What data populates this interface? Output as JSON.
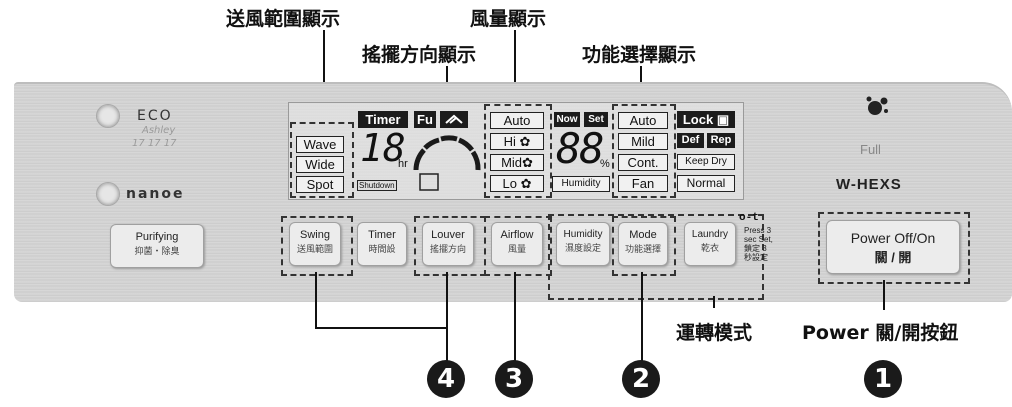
{
  "callouts": {
    "airflow_range_display": "送風範圍顯示",
    "louver_direction_display": "搖擺方向顯示",
    "fan_speed_display": "風量顯示",
    "function_select_display": "功能選擇顯示",
    "operation_mode": "運轉模式",
    "power_button": "Power 關/開按鈕"
  },
  "left_indicators": {
    "eco": "ECO",
    "eco_sub": "Ashley",
    "eco_sub2": "17 17 17",
    "nanoe": "nanoe"
  },
  "brand": {
    "badge": "Full",
    "model": "W-HEXS"
  },
  "lcd": {
    "wave": "Wave",
    "wide": "Wide",
    "spot": "Spot",
    "timer": "Timer",
    "timer_digits": "18",
    "hr": "hr",
    "shutdown": "Shutdown",
    "fu": "Fu",
    "speed_auto": "Auto",
    "speed_hi": "Hi",
    "speed_mid": "Mid",
    "speed_lo": "Lo",
    "now": "Now",
    "set": "Set",
    "humidity_digits": "88",
    "percent": "%",
    "humidity": "Humidity",
    "mode_auto": "Auto",
    "mode_mild": "Mild",
    "mode_cont": "Cont.",
    "mode_fan": "Fan",
    "lock": "Lock",
    "def": "Def",
    "rep": "Rep",
    "keep_dry": "Keep Dry",
    "normal": "Normal"
  },
  "buttons": {
    "purifying_en": "Purifying",
    "purifying_zh": "抑菌・除臭",
    "swing_en": "Swing",
    "swing_zh": "送風範圍",
    "timer_en": "Timer",
    "timer_zh": "時間設",
    "louver_en": "Louver",
    "louver_zh": "搖擺方向",
    "airflow_en": "Airflow",
    "airflow_zh": "風量",
    "humidity_en": "Humidity",
    "humidity_zh": "濕度設定",
    "mode_en": "Mode",
    "mode_zh": "功能選擇",
    "laundry_en": "Laundry",
    "laundry_zh": "乾衣",
    "power_en": "Power Off/On",
    "power_zh": "關 / 開"
  },
  "lock_note": {
    "key": "o-t",
    "line1": "Press 3",
    "line2": "sec Set,",
    "line3": "鎖定 3",
    "line4": "秒設定"
  },
  "numbers": {
    "n4": "4",
    "n3": "3",
    "n2": "2",
    "n1": "1"
  }
}
